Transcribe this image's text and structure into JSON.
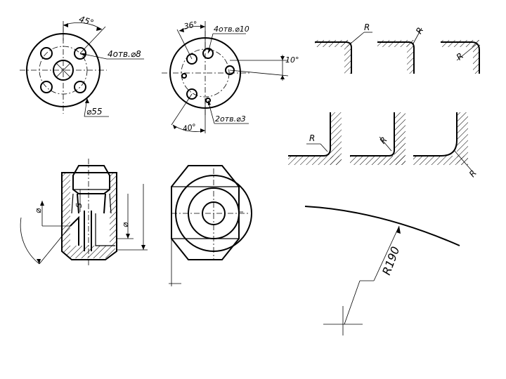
{
  "flange1": {
    "angle_label": "45°",
    "holes_label": "4отв.⌀8",
    "diameter_label": "⌀55"
  },
  "flange2": {
    "angle_label": "36°",
    "holes_top_label": "4отв.⌀10",
    "small_angle_label": "10°",
    "holes_bottom_label": "2отв.⌀3",
    "bottom_angle_label": "40°"
  },
  "fillets": {
    "r1": "R",
    "r2": "R",
    "r3": "R",
    "r4": "R",
    "r5": "R",
    "r6": "R"
  },
  "nut_section": {
    "dia_left": "⌀",
    "thread_label": "S",
    "dia_right": "⌀"
  },
  "arc": {
    "radius_label": "R190"
  }
}
